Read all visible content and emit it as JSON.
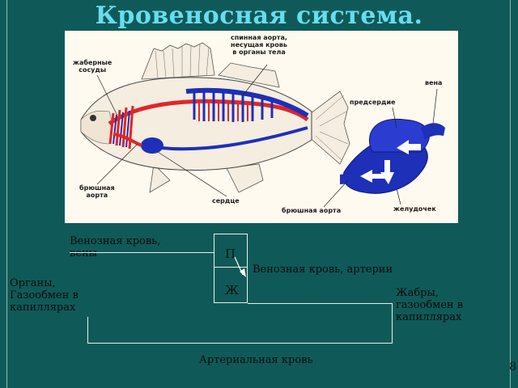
{
  "title": "Кровеносная система.",
  "figure": {
    "labels": {
      "gill_vessels": "жаберные\nсосуды",
      "dorsal_aorta": "спинная аорта,\nнесущая кровь\nв органы тела",
      "vein": "вена",
      "atrium": "предсердие",
      "ventral_aorta_left": "брюшная\nаорта",
      "heart": "сердце",
      "ventral_aorta_bottom": "брюшная аорта",
      "ventricle": "желудочек"
    },
    "colors": {
      "arterial": "#e0262a",
      "venous": "#1e2fb8",
      "body": "#f4ede0"
    }
  },
  "scheme": {
    "venous_veins": "Венозная кровь,\nвены",
    "letter_p": "П",
    "letter_zh": "Ж",
    "venous_arteries": "Венозная кровь, артерии",
    "organs": "Органы,\nГазообмен в\nкапиллярах",
    "gills": "Жабры,\nгазообмен в\nкапиллярах",
    "arterial": "Артериальная кровь"
  },
  "page_number": "8"
}
